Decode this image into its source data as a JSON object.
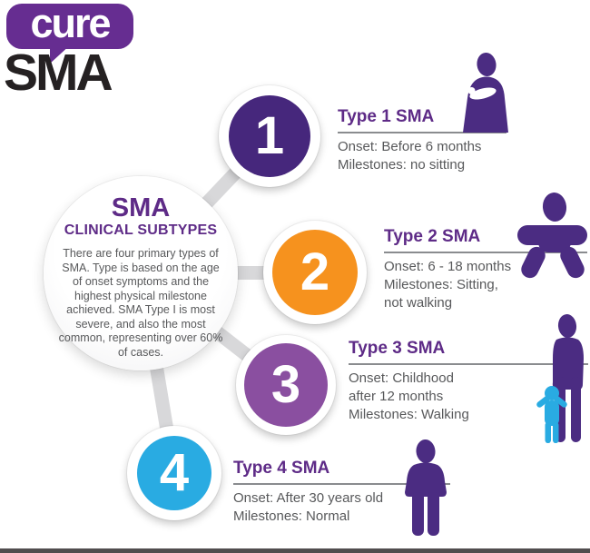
{
  "logo": {
    "bubble_text": "cure",
    "sub_text": "SMA"
  },
  "center": {
    "title": "SMA",
    "subtitle": "CLINICAL SUBTYPES",
    "description": "There are four primary types of SMA. Type is based on the age of onset symptoms and the highest physical milestone achieved. SMA Type I is most severe, and also the most common, representing over 60% of cases."
  },
  "types": [
    {
      "number": "1",
      "title": "Type 1 SMA",
      "lines": [
        "Onset: Before 6 months",
        "Milestones: no sitting"
      ],
      "circle_color": "#46277c",
      "icon": "caregiver-holding-infant-icon"
    },
    {
      "number": "2",
      "title": "Type 2 SMA",
      "lines": [
        "Onset: 6 - 18 months",
        "Milestones: Sitting,",
        "not walking"
      ],
      "circle_color": "#f6921e",
      "icon": "sitting-baby-icon"
    },
    {
      "number": "3",
      "title": "Type 3 SMA",
      "lines": [
        "Onset: Childhood",
        "after 12 months",
        "Milestones: Walking"
      ],
      "circle_color": "#8a4fa0",
      "icon": "adult-with-child-icon"
    },
    {
      "number": "4",
      "title": "Type 4 SMA",
      "lines": [
        "Onset: After 30 years old",
        "Milestones: Normal"
      ],
      "circle_color": "#29abe2",
      "icon": "standing-adult-icon"
    }
  ],
  "palette": {
    "brand_purple": "#662d91",
    "heading_purple": "#5e2b87",
    "icon_purple": "#4b2c82",
    "child_cyan": "#29abe2",
    "body_gray": "#58595b",
    "connector_gray": "#d8d8da",
    "logo_black": "#252122"
  }
}
